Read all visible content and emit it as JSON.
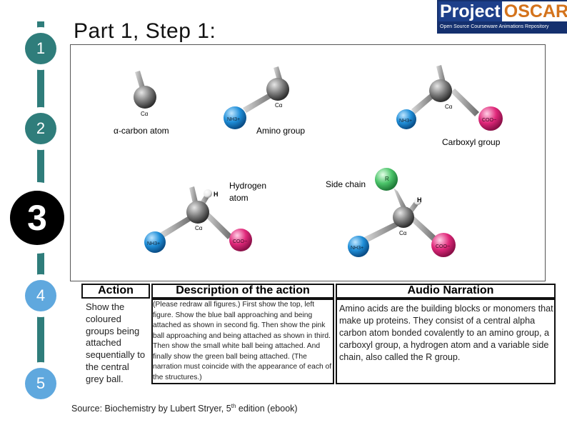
{
  "progress": {
    "steps": [
      "1",
      "2",
      "3",
      "4",
      "5"
    ],
    "current": "3"
  },
  "slide": {
    "title": "Part 1, Step 1:"
  },
  "logo": {
    "project": "Project",
    "oscar": "OSCAR",
    "tagline": "Open Source Courseware Animations Repository"
  },
  "figure": {
    "labels": {
      "alpha_carbon": "α-carbon atom",
      "amino_group": "Amino group",
      "carboxyl_group": "Carboxyl group",
      "hydrogen_atom_line1": "Hydrogen",
      "hydrogen_atom_line2": "atom",
      "side_chain": "Side chain"
    },
    "atom_text": {
      "c_alpha": "Cα",
      "nh3": "NH3+",
      "coo": "COO−",
      "h": "H",
      "r": "R"
    },
    "colors": {
      "carbon": "#7d7d7d",
      "amino": "#1f8ed8",
      "carboxyl": "#e0287a",
      "side_chain": "#4cc46a",
      "hydrogen": "#f2f2f2"
    }
  },
  "table": {
    "headers": {
      "action": "Action",
      "description": "Description of the action",
      "audio": "Audio Narration"
    },
    "action": "Show the coloured groups being attached sequentially to the central grey ball.",
    "description": "(Please redraw all figures.) First show the top, left figure. Show the blue ball approaching and being attached as shown in second fig. Then show the pink ball approaching and being attached as shown in third. Then show the small white ball being attached. And finally show the green ball being attached. (The narration must coincide with the appearance of each of the structures.)",
    "audio": "Amino acids  are the building blocks or monomers that make up proteins. They consist of a central alpha carbon atom bonded covalently to an amino group, a carboxyl group, a hydrogen atom and a variable side chain, also called the R group."
  },
  "source": {
    "prefix": "Source: Biochemistry by Lubert Stryer, 5",
    "sup": "th",
    "suffix": " edition (ebook)"
  }
}
